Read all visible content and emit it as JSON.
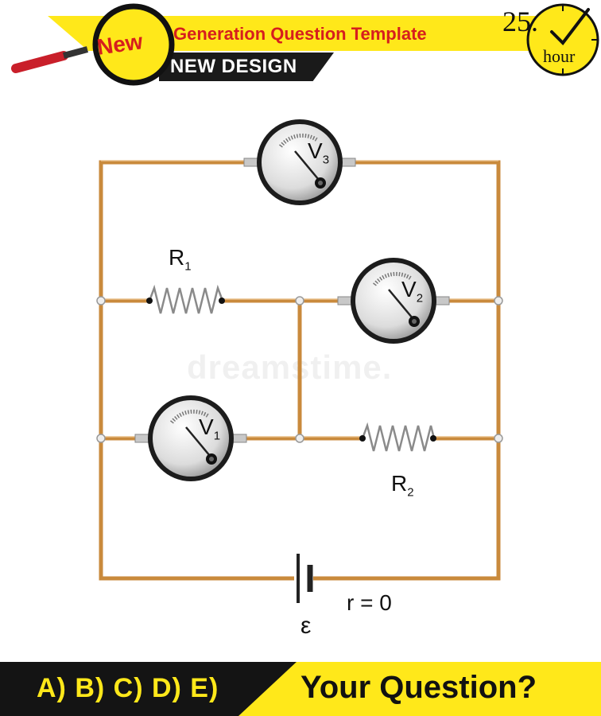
{
  "header": {
    "badge": "New",
    "title": "Generation Question Template",
    "subtitle": "NEW DESIGN",
    "clock_number": "25.",
    "clock_unit": "hour"
  },
  "circuit": {
    "meters": [
      {
        "symbol": "V",
        "subscript": "3"
      },
      {
        "symbol": "V",
        "subscript": "2"
      },
      {
        "symbol": "V",
        "subscript": "1"
      }
    ],
    "resistors": [
      {
        "symbol": "R",
        "subscript": "1"
      },
      {
        "symbol": "R",
        "subscript": "2"
      }
    ],
    "emf_symbol": "ε",
    "internal_resistance": "r = 0"
  },
  "watermark": "dreamstime.",
  "footer": {
    "options": "A) B) C) D) E)",
    "question": "Your Question?"
  },
  "colors": {
    "accent_yellow": "#ffe81a",
    "accent_red": "#d61e1e",
    "wire": "#c98a3c"
  }
}
